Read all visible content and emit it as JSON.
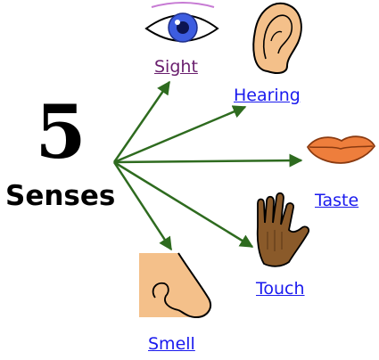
{
  "diagram": {
    "number": "5",
    "title_word": "Senses",
    "senses": [
      {
        "key": "sight",
        "label": "Sight",
        "icon": "eye-icon"
      },
      {
        "key": "hearing",
        "label": "Hearing",
        "icon": "ear-icon"
      },
      {
        "key": "taste",
        "label": "Taste",
        "icon": "lips-icon"
      },
      {
        "key": "touch",
        "label": "Touch",
        "icon": "hand-icon"
      },
      {
        "key": "smell",
        "label": "Smell",
        "icon": "nose-icon"
      }
    ],
    "colors": {
      "arrow": "#2e6b1f",
      "link": "#1a1aee",
      "visited_link": "#6a1f6e",
      "eye_iris": "#3d5de0",
      "skin": "#f4c08a",
      "lips": "#ee7e3c",
      "hand": "#8a5a2a"
    }
  }
}
